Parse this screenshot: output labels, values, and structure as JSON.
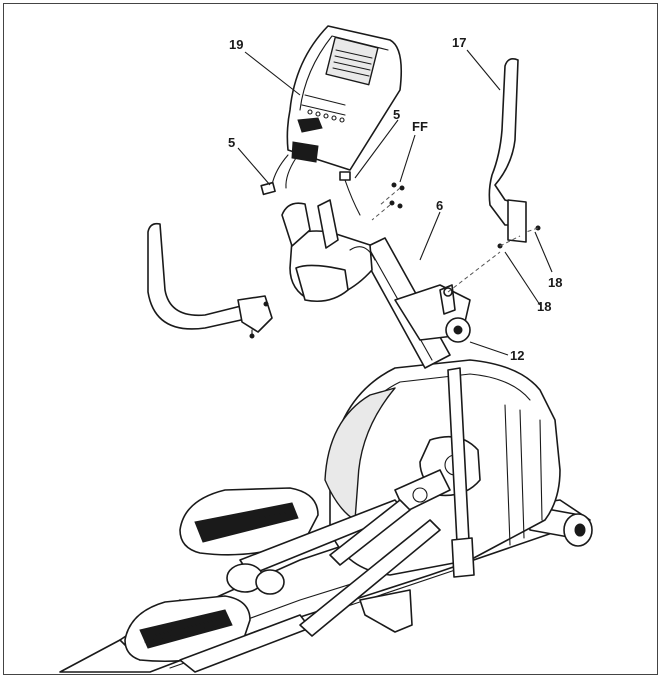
{
  "diagram": {
    "callouts": [
      {
        "id": "c19",
        "label": "19"
      },
      {
        "id": "c17",
        "label": "17"
      },
      {
        "id": "c5a",
        "label": "5"
      },
      {
        "id": "c5b",
        "label": "5"
      },
      {
        "id": "cff",
        "label": "FF"
      },
      {
        "id": "c6",
        "label": "6"
      },
      {
        "id": "c18a",
        "label": "18"
      },
      {
        "id": "c18b",
        "label": "18"
      },
      {
        "id": "c12",
        "label": "12"
      }
    ]
  },
  "colors": {
    "line": "#1a1a1a",
    "border": "#444444",
    "background": "#ffffff"
  }
}
